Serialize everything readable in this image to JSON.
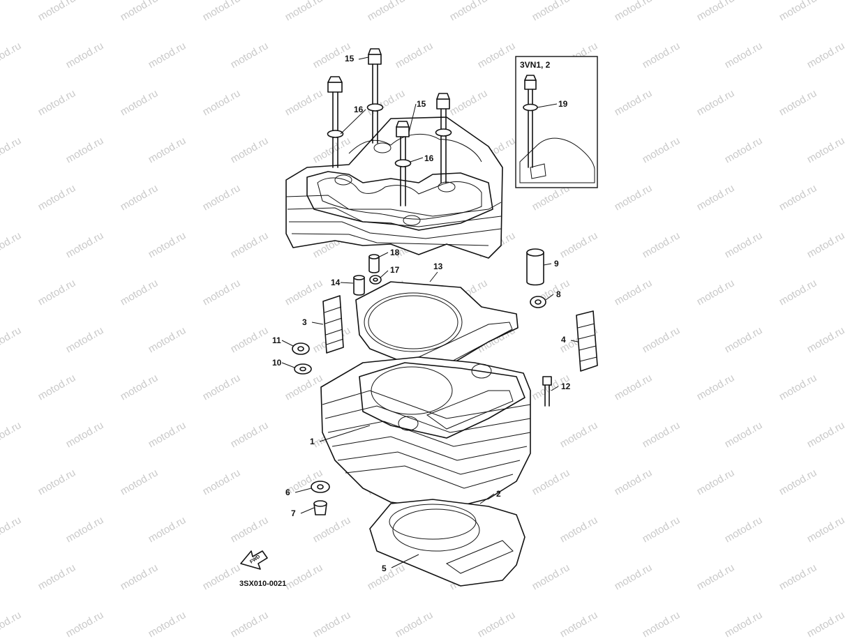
{
  "watermark": "motod.ru",
  "callouts": [
    "1",
    "2",
    "3",
    "4",
    "5",
    "6",
    "7",
    "8",
    "9",
    "10",
    "11",
    "12",
    "13",
    "14",
    "15",
    "15",
    "16",
    "16",
    "17",
    "18",
    "19"
  ],
  "inset_label": "3VN1, 2",
  "fwd_label": "FWD",
  "drawing_code": "3SX010-0021"
}
